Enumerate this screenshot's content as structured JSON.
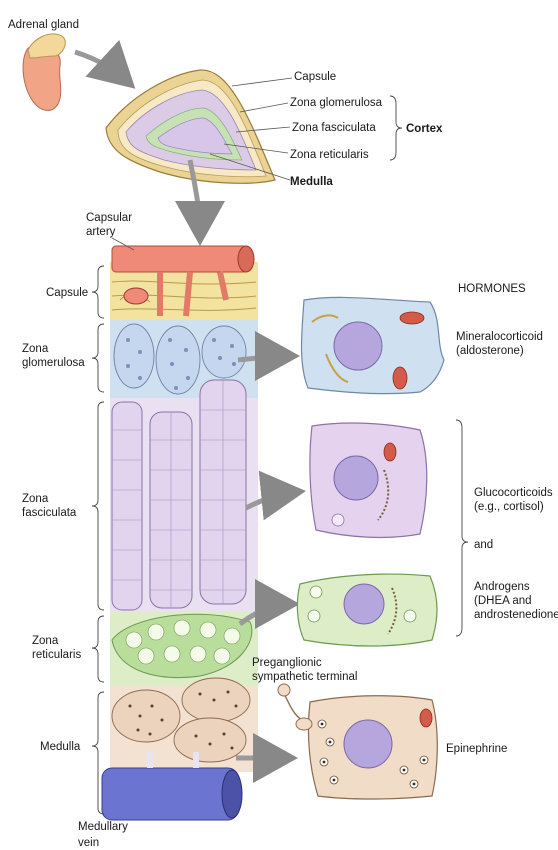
{
  "top_labels": {
    "adrenal_gland": "Adrenal gland",
    "capsule": "Capsule",
    "zona_glomerulosa": "Zona glomerulosa",
    "zona_fasciculata": "Zona fasciculata",
    "zona_reticularis": "Zona reticularis",
    "cortex": "Cortex",
    "medulla": "Medulla"
  },
  "column_labels": {
    "capsular_artery": [
      "Capsular",
      "artery"
    ],
    "capsule": "Capsule",
    "zona_glomerulosa": [
      "Zona",
      "glomerulosa"
    ],
    "zona_fasciculata": [
      "Zona",
      "fasciculata"
    ],
    "zona_reticularis": [
      "Zona",
      "reticularis"
    ],
    "medulla": "Medulla",
    "medullary_vein": [
      "Medullary",
      "vein"
    ],
    "preganglionic": [
      "Preganglionic",
      "sympathetic terminal"
    ]
  },
  "hormones": {
    "header": "HORMONES",
    "mineralocorticoid": [
      "Mineralocorticoid",
      "(aldosterone)"
    ],
    "glucocorticoids": [
      "Glucocorticoids",
      "(e.g., cortisol)"
    ],
    "and": "and",
    "androgens": [
      "Androgens",
      "(DHEA and",
      "androstenedione)"
    ],
    "epinephrine": "Epinephrine"
  },
  "colors": {
    "capsule_yellow": "#f3e3a1",
    "artery_red": "#ef8a78",
    "glomerulosa_blue": "#cfe0f0",
    "fasciculata_purple": "#e5d6ee",
    "reticularis_green": "#d6ebbf",
    "medulla_tan": "#f1dcc8",
    "vein_blue": "#6b74d0",
    "nucleus": "#b6a6de"
  }
}
